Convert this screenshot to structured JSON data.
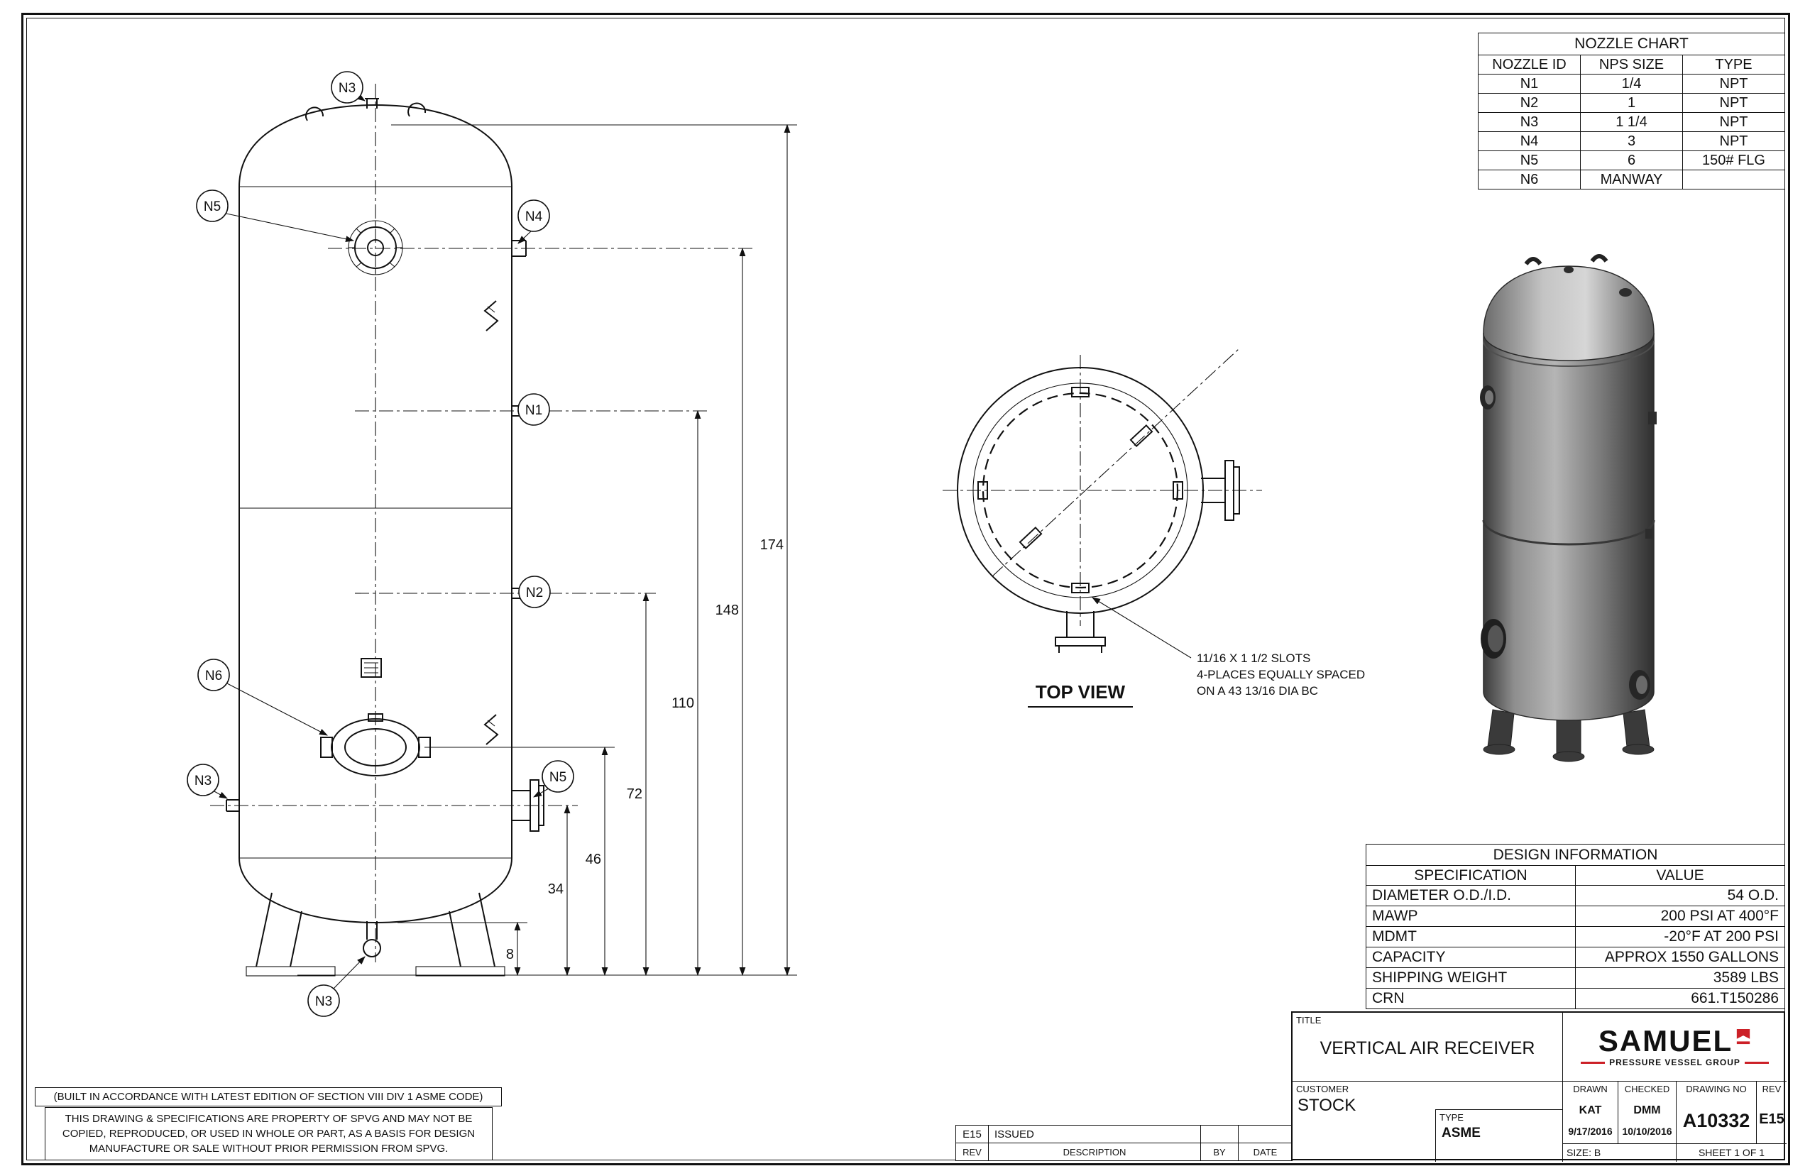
{
  "sheet": {
    "background": "#ffffff",
    "line_color": "#111111",
    "accent_color": "#cc2027"
  },
  "nozzle_chart": {
    "title": "NOZZLE CHART",
    "headers": [
      "NOZZLE ID",
      "NPS SIZE",
      "TYPE"
    ],
    "rows": [
      [
        "N1",
        "1/4",
        "NPT"
      ],
      [
        "N2",
        "1",
        "NPT"
      ],
      [
        "N3",
        "1 1/4",
        "NPT"
      ],
      [
        "N4",
        "3",
        "NPT"
      ],
      [
        "N5",
        "6",
        "150# FLG"
      ],
      [
        "N6",
        "MANWAY",
        ""
      ]
    ]
  },
  "design_info": {
    "title": "DESIGN INFORMATION",
    "headers": [
      "SPECIFICATION",
      "VALUE"
    ],
    "rows": [
      [
        "DIAMETER O.D./I.D.",
        "54 O.D."
      ],
      [
        "MAWP",
        "200 PSI AT 400°F"
      ],
      [
        "MDMT",
        "-20°F AT 200 PSI"
      ],
      [
        "CAPACITY",
        "APPROX 1550 GALLONS"
      ],
      [
        "SHIPPING WEIGHT",
        "3589 LBS"
      ],
      [
        "CRN",
        "661.T150286"
      ]
    ]
  },
  "front_view": {
    "balloons": [
      "N3",
      "N5",
      "N4",
      "N1",
      "N2",
      "N6",
      "N3",
      "N5",
      "N3"
    ],
    "dims": [
      "174",
      "148",
      "110",
      "72",
      "46",
      "34",
      "8"
    ]
  },
  "top_view": {
    "label": "TOP VIEW",
    "note_lines": [
      "11/16 X 1 1/2 SLOTS",
      "4-PLACES EQUALLY SPACED",
      "ON A 43 13/16 DIA BC"
    ]
  },
  "revision_block": {
    "entries": [
      {
        "rev": "E15",
        "description": "ISSUED",
        "by": "",
        "date": ""
      }
    ],
    "headers": {
      "rev": "REV",
      "description": "DESCRIPTION",
      "by": "BY",
      "date": "DATE"
    }
  },
  "title_block": {
    "title_label": "TITLE",
    "title": "VERTICAL AIR RECEIVER",
    "customer_label": "CUSTOMER",
    "customer": "STOCK",
    "type_label": "TYPE",
    "type_value": "ASME",
    "drawn_label": "DRAWN",
    "drawn_by": "KAT",
    "drawn_date": "9/17/2016",
    "checked_label": "CHECKED",
    "checked_by": "DMM",
    "checked_date": "10/10/2016",
    "drawing_no_label": "DRAWING NO",
    "drawing_no": "A10332",
    "rev_label": "REV",
    "rev_value": "E15",
    "size": "SIZE: B",
    "sheet": "SHEET 1  OF  1",
    "brand": "SAMUEL",
    "brand_sub": "PRESSURE VESSEL GROUP"
  },
  "notes": {
    "asme_code": "(BUILT IN ACCORDANCE WITH LATEST EDITION OF SECTION VIII DIV 1 ASME CODE)",
    "property_lines": [
      "THIS DRAWING & SPECIFICATIONS ARE PROPERTY OF SPVG AND MAY NOT BE",
      "COPIED, REPRODUCED, OR USED IN WHOLE OR PART, AS A BASIS FOR DESIGN",
      "MANUFACTURE OR SALE WITHOUT PRIOR PERMISSION FROM SPVG."
    ]
  }
}
